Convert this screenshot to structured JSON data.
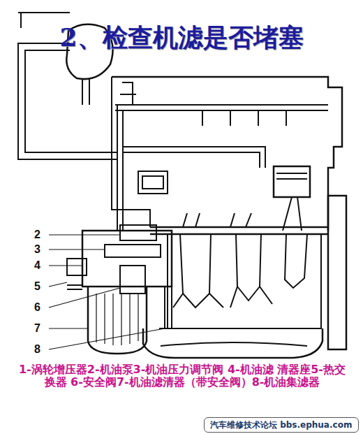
{
  "diagram": {
    "title": "2、检查机滤是否堵塞",
    "caption": "1-涡轮增压器2-机油泵3-机油压力调节阀 4-机油滤 清器座5-热交换器 6-安全阀7-机油滤清器（带安全阀）8-机油集滤器",
    "nodes": [
      {
        "text": [
          "汽车维修技术论坛 bbs.ephua.com"
        ]
      }
    ],
    "labels": [
      "2",
      "3",
      "4",
      "5",
      "6",
      "7",
      "8"
    ]
  }
}
